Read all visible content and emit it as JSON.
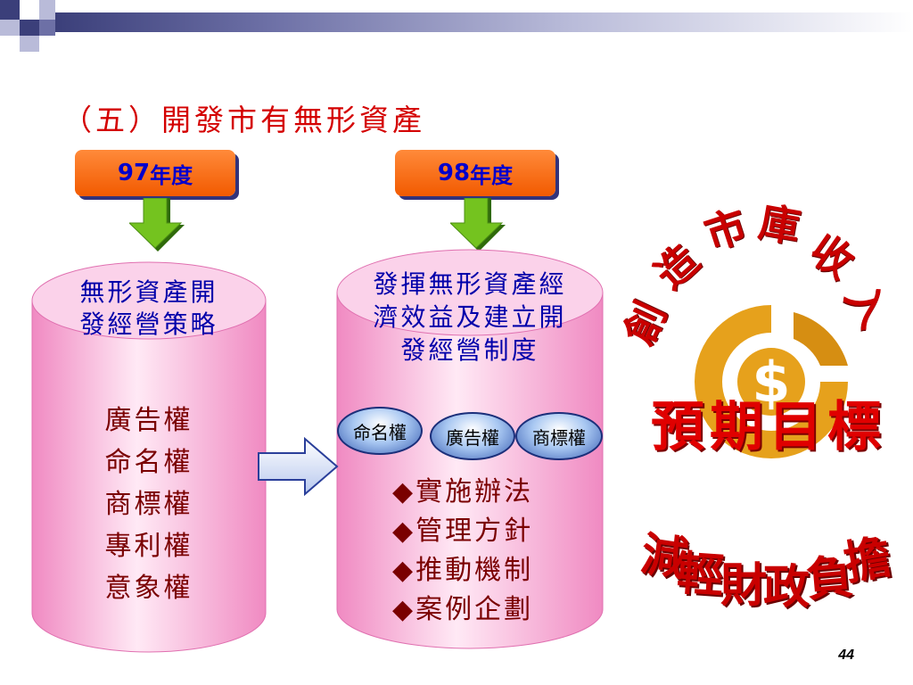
{
  "slide": {
    "title": "（五）開發市有無形資產",
    "page_number": "44"
  },
  "year_97": {
    "number": "97",
    "suffix": "年度"
  },
  "year_98": {
    "number": "98",
    "suffix": "年度"
  },
  "left_cylinder": {
    "heading_line1": "無形資產開",
    "heading_line2": "發經營策略",
    "items": [
      "廣告權",
      "命名權",
      "商標權",
      "專利權",
      "意象權"
    ]
  },
  "right_cylinder": {
    "heading_line1": "發揮無形資產經",
    "heading_line2": "濟效益及建立開",
    "heading_line3": "發經營制度",
    "ovals": [
      "命名權",
      "廣告權",
      "商標權"
    ],
    "bullets": [
      "◆實施辦法",
      "◆管理方針",
      "◆推動機制",
      "◆案例企劃"
    ]
  },
  "goal": {
    "arc_text": [
      "創",
      "造",
      "市",
      "庫",
      "收",
      "入"
    ],
    "center_text": "預期目標",
    "bottom_text": [
      "減",
      "輕",
      "財",
      "政",
      "負",
      "擔"
    ],
    "icon": "dollar-coin-icon"
  },
  "colors": {
    "title_red": "#d40000",
    "year_orange": "#f25a00",
    "year_text_blue": "#0000cc",
    "cylinder_pink": "#f7a8d4",
    "arrow_green": "#6bbf1f",
    "coin_orange": "#e6a11c"
  }
}
